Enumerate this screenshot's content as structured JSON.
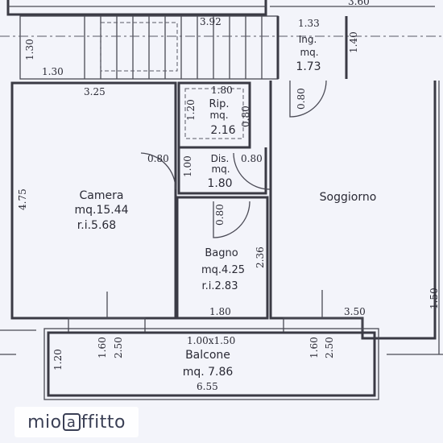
{
  "rooms": {
    "camera": {
      "name": "Camera",
      "area": "mq.15.44",
      "ri": "r.i.5.68"
    },
    "bagno": {
      "name": "Bagno",
      "area": "mq.4.25",
      "ri": "r.i.2.83"
    },
    "soggiorno": {
      "name": "Soggiorno"
    },
    "balcone": {
      "name": "Balcone",
      "area": "mq. 7.86"
    },
    "ingresso": {
      "name": "Ing.",
      "unit": "mq.",
      "area": "1.73"
    },
    "ripostiglio": {
      "name": "Rip.",
      "unit": "mq.",
      "area": "2.16"
    },
    "disimpegno": {
      "name": "Dis.",
      "unit": "mq.",
      "area": "1.80"
    }
  },
  "dimensions": [
    "3.92",
    "1.33",
    "1.30",
    "1.30",
    "1.40",
    "3.25",
    "1.80",
    "0.80",
    "1.20",
    "0.80",
    "0.80",
    "0.80",
    "1.00",
    "4.75",
    "0.80",
    "2.36",
    "1.80",
    "3.50",
    "1.50",
    "1.00x1.50",
    "1.60",
    "2.50",
    "1.60",
    "2.50",
    "1.20",
    "6.55",
    "3.60"
  ],
  "logo": {
    "pre": "mio",
    "a": "a",
    "post": "ffitto"
  }
}
